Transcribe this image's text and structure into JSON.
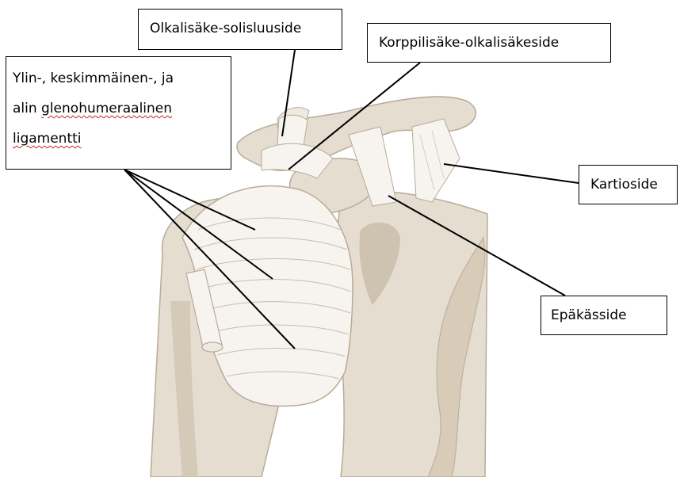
{
  "labels": {
    "glenohumeral": {
      "line1": "Ylin-, keskimmäinen-, ja",
      "line2_prefix": "alin ",
      "line2_word": "glenohumeraalinen",
      "line3": "ligamentti"
    },
    "acromioclavicular": "Olkalisäke-solisluuside",
    "coracoacromial": "Korppilisäke-olkalisäkeside",
    "conoid": "Kartioside",
    "trapezoid": "Epäkässide"
  },
  "colors": {
    "bone": "#e5ddd0",
    "bone_light": "#efe9df",
    "bone_dark": "#c8bba7",
    "ligament": "#f7f4ef",
    "outline": "#b8ab98",
    "leader_line": "#000000"
  }
}
